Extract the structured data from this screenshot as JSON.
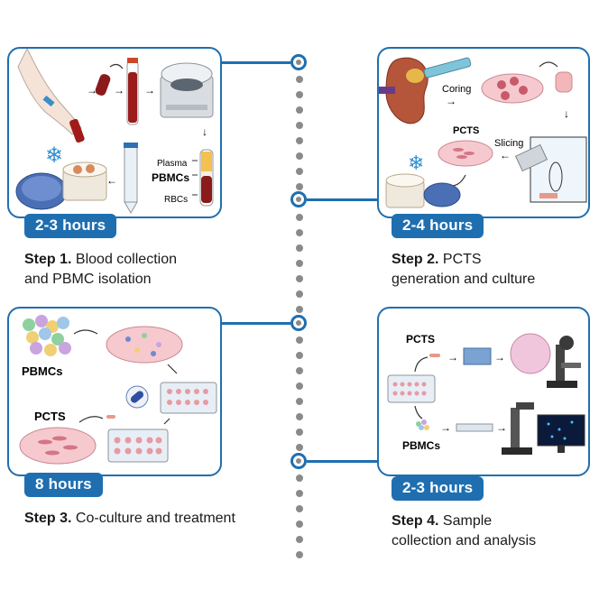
{
  "steps": [
    {
      "duration": "2-3 hours",
      "step_label": "Step 1.",
      "title_line1": " Blood collection",
      "title_line2": "and PBMC isolation",
      "labels": {
        "plasma": "Plasma",
        "pbmcs": "PBMCs",
        "rbcs": "RBCs"
      }
    },
    {
      "duration": "2-4 hours",
      "step_label": "Step 2.",
      "title_line1": " PCTS",
      "title_line2": "generation and culture",
      "labels": {
        "coring": "Coring",
        "slicing": "Slicing",
        "pcts": "PCTS"
      }
    },
    {
      "duration": "8 hours",
      "step_label": "Step 3.",
      "title_line1": " Co-culture and treatment",
      "title_line2": "",
      "labels": {
        "pbmcs": "PBMCs",
        "pcts": "PCTS"
      }
    },
    {
      "duration": "2-3 hours",
      "step_label": "Step 4.",
      "title_line1": " Sample",
      "title_line2": "collection and analysis",
      "labels": {
        "pcts": "PCTS",
        "pbmcs": "PBMCs"
      }
    }
  ],
  "colors": {
    "accent": "#1f6fb0",
    "timeline": "#8a8a8a",
    "tissue": "#e8a3a8",
    "blood": "#8b1a1a"
  },
  "icons": [
    "hand-icon",
    "blood-tube-icon",
    "centrifuge-icon",
    "snowflake-icon",
    "freezer-box-icon",
    "kidney-icon",
    "petri-dish-icon",
    "blade-icon",
    "well-plate-icon",
    "capsule-icon",
    "microscope-icon",
    "monitor-icon"
  ]
}
